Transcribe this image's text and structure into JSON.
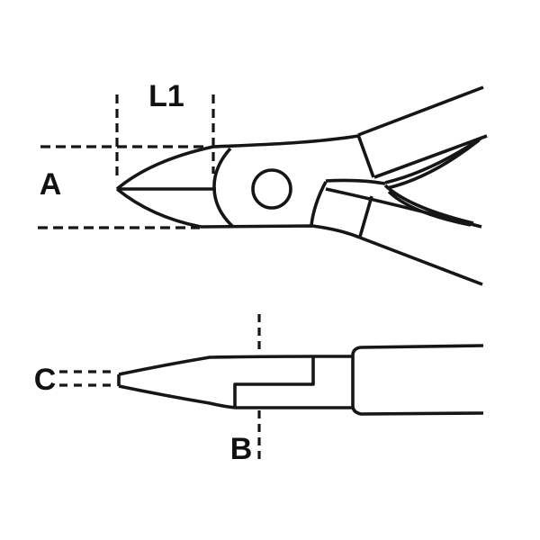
{
  "diagram": {
    "description": "technical line drawing of diagonal side-cutting pliers, two dimension views",
    "views": {
      "side_view": "pliers head side profile with pivot, handles and leaf spring",
      "top_view": "pliers nose top profile with lap joint and handle grip"
    },
    "labels": {
      "l1": "L1",
      "a": "A",
      "b": "B",
      "c": "C"
    }
  },
  "colors": {
    "line": "#161616",
    "label": "#111111",
    "background": "#ffffff"
  }
}
